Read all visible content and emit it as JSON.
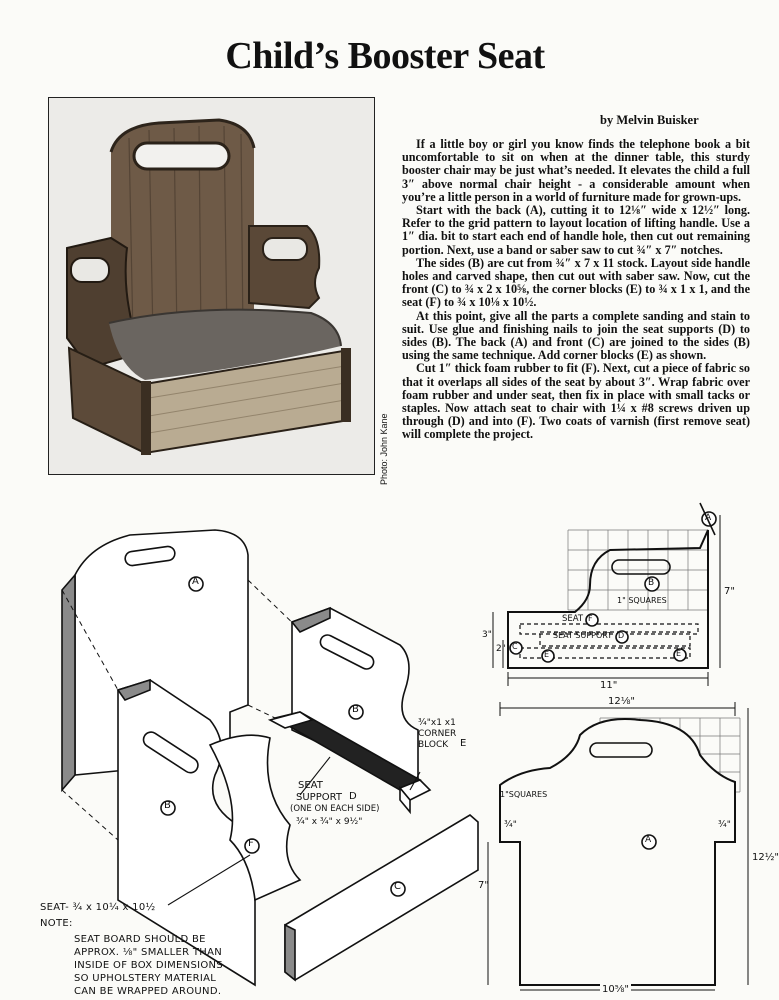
{
  "title": "Child’s Booster Seat",
  "byline": "by Melvin Buisker",
  "photo_credit": "Photo: John Kane",
  "paragraphs": [
    "If a little boy or girl you know finds the telephone book a bit uncomfortable to sit on when at the dinner table, this sturdy booster chair may be just what’s needed. It elevates the child a full 3″ above normal chair height - a considerable amount when you’re a little person in a world of furniture made for grown-ups.",
    "Start with the back (A), cutting it to 12⅛″ wide x 12½″ long. Refer to the grid pattern to layout location of lifting handle. Use a 1″ dia. bit to start each end of handle hole, then cut out remaining portion. Next, use a band or saber saw to cut ¾″ x 7″ notches.",
    "The sides (B) are cut from ¾″ x 7 x 11 stock. Layout side handle holes and carved shape, then cut out with saber saw. Now, cut the front (C) to ¾ x 2 x 10⅝, the corner blocks (E) to ¾ x 1 x 1, and the seat (F) to ¾ x 10⅛ x 10½.",
    "At this point, give all the parts a complete sanding and stain to suit. Use glue and finishing nails to join the seat supports (D) to sides (B). The back (A) and front (C) are joined to the sides (B) using the same technique. Add corner blocks (E) as shown.",
    "Cut 1″ thick foam rubber to fit (F). Next, cut a piece of fabric so that it overlaps all sides of the seat by about 3″. Wrap fabric over foam rubber and under seat, then fix in place with small tacks or staples. Now attach seat to chair with 1¼ x #8 screws driven up through (D) and into (F). Two coats of varnish (first remove seat) will complete the project."
  ],
  "iso": {
    "label_a": "A",
    "label_b_left": "B",
    "label_b_right": "B",
    "label_c": "C",
    "label_d": "D",
    "label_e": "E",
    "label_f": "F",
    "corner_dim": "¾\"x1 x1",
    "corner_1": "CORNER",
    "corner_2": "BLOCK",
    "seat_support_1": "SEAT",
    "seat_support_2": "SUPPORT",
    "seat_support_3": "(ONE ON EACH SIDE)",
    "seat_support_dim": "¾\" x ¾\" x 9½\"",
    "seat_dim": "SEAT- ¾ x 10¼ x 10½",
    "note_head": "NOTE:",
    "note_lines": [
      "SEAT BOARD SHOULD BE",
      "APPROX. ⅛\" SMALLER THAN",
      "INSIDE OF BOX DIMENSIONS",
      "SO UPHOLSTERY MATERIAL",
      "CAN BE WRAPPED AROUND."
    ]
  },
  "side_view": {
    "label_a": "A",
    "label_b": "B",
    "label_c": "C",
    "label_d": "D",
    "label_e1": "E",
    "label_e2": "E",
    "label_f": "F",
    "squares": "1\" SQUARES",
    "seat": "SEAT",
    "seat_support": "SEAT SUPPORT",
    "dim_height": "7\"",
    "dim_width": "11\"",
    "dim_2": "2\"",
    "dim_3": "3\""
  },
  "back_view": {
    "label_a": "A",
    "squares": "1\"SQUARES",
    "dim_top": "12⅛\"",
    "dim_bottom": "10⅝\"",
    "dim_right": "12½\"",
    "dim_left": "7\"",
    "dim_notch_left": "¾\"",
    "dim_notch_right": "¾\""
  }
}
